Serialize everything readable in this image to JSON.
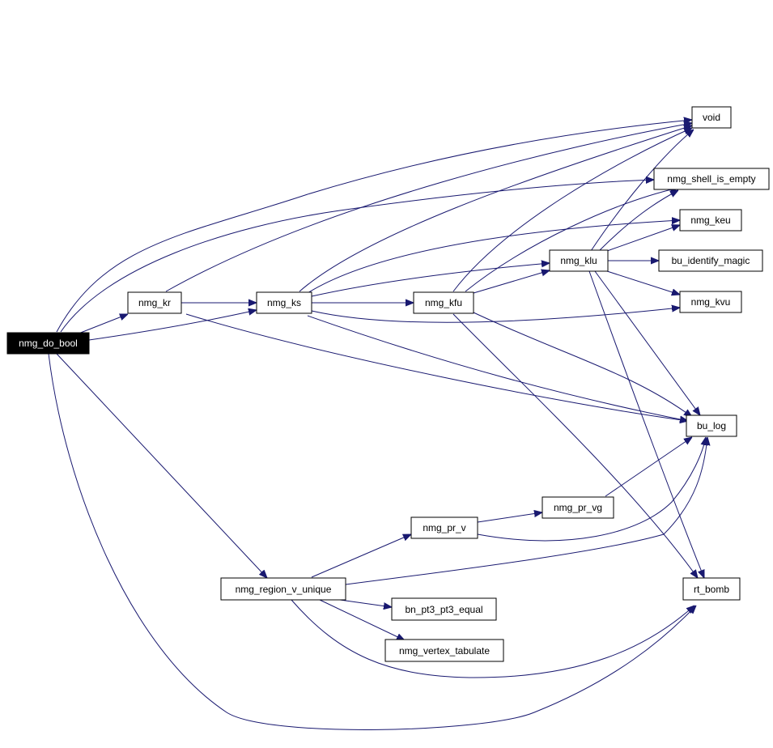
{
  "diagram": {
    "colors": {
      "edge": "#191970",
      "node_border": "#000000",
      "node_fill": "#ffffff",
      "root_fill": "#000000",
      "root_text": "#ffffff"
    },
    "nodes": {
      "nmg_do_bool": "nmg_do_bool",
      "nmg_kr": "nmg_kr",
      "nmg_ks": "nmg_ks",
      "nmg_kfu": "nmg_kfu",
      "nmg_klu": "nmg_klu",
      "void": "void",
      "nmg_shell_is_empty": "nmg_shell_is_empty",
      "nmg_keu": "nmg_keu",
      "bu_identify_magic": "bu_identify_magic",
      "nmg_kvu": "nmg_kvu",
      "bu_log": "bu_log",
      "nmg_pr_vg": "nmg_pr_vg",
      "nmg_pr_v": "nmg_pr_v",
      "nmg_region_v_unique": "nmg_region_v_unique",
      "rt_bomb": "rt_bomb",
      "bn_pt3_pt3_equal": "bn_pt3_pt3_equal",
      "nmg_vertex_tabulate": "nmg_vertex_tabulate"
    },
    "edges": [
      [
        "nmg_do_bool",
        "nmg_kr"
      ],
      [
        "nmg_do_bool",
        "nmg_ks"
      ],
      [
        "nmg_do_bool",
        "void"
      ],
      [
        "nmg_do_bool",
        "nmg_shell_is_empty"
      ],
      [
        "nmg_do_bool",
        "nmg_region_v_unique"
      ],
      [
        "nmg_do_bool",
        "rt_bomb"
      ],
      [
        "nmg_kr",
        "nmg_ks"
      ],
      [
        "nmg_kr",
        "void"
      ],
      [
        "nmg_kr",
        "bu_log"
      ],
      [
        "nmg_ks",
        "nmg_kfu"
      ],
      [
        "nmg_ks",
        "void"
      ],
      [
        "nmg_ks",
        "nmg_keu"
      ],
      [
        "nmg_ks",
        "nmg_klu"
      ],
      [
        "nmg_ks",
        "nmg_kvu"
      ],
      [
        "nmg_ks",
        "bu_log"
      ],
      [
        "nmg_kfu",
        "nmg_klu"
      ],
      [
        "nmg_kfu",
        "void"
      ],
      [
        "nmg_kfu",
        "nmg_shell_is_empty"
      ],
      [
        "nmg_kfu",
        "bu_log"
      ],
      [
        "nmg_kfu",
        "rt_bomb"
      ],
      [
        "nmg_klu",
        "void"
      ],
      [
        "nmg_klu",
        "nmg_shell_is_empty"
      ],
      [
        "nmg_klu",
        "nmg_keu"
      ],
      [
        "nmg_klu",
        "bu_identify_magic"
      ],
      [
        "nmg_klu",
        "nmg_kvu"
      ],
      [
        "nmg_klu",
        "bu_log"
      ],
      [
        "nmg_klu",
        "rt_bomb"
      ],
      [
        "nmg_region_v_unique",
        "nmg_pr_v"
      ],
      [
        "nmg_region_v_unique",
        "bu_log"
      ],
      [
        "nmg_region_v_unique",
        "bn_pt3_pt3_equal"
      ],
      [
        "nmg_region_v_unique",
        "nmg_vertex_tabulate"
      ],
      [
        "nmg_region_v_unique",
        "rt_bomb"
      ],
      [
        "nmg_pr_v",
        "nmg_pr_vg"
      ],
      [
        "nmg_pr_v",
        "bu_log"
      ],
      [
        "nmg_pr_vg",
        "bu_log"
      ]
    ]
  }
}
